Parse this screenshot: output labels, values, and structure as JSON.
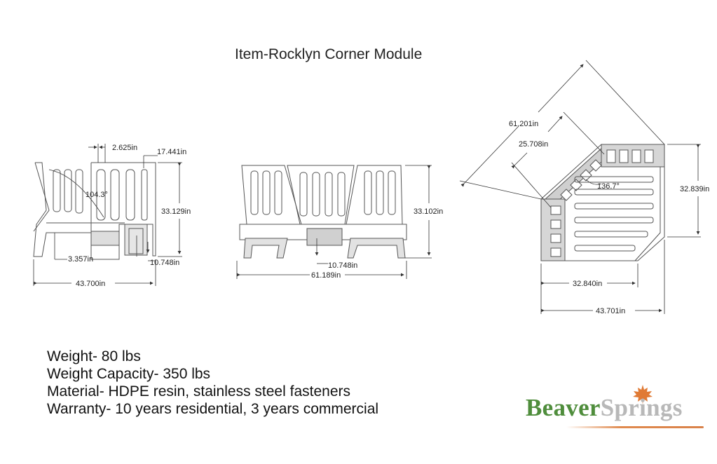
{
  "title": "Item-Rocklyn Corner Module",
  "views": {
    "left": {
      "dim_top": "2.625in",
      "dim_right_top": "17.441in",
      "angle": "104.3°",
      "height": "33.129in",
      "seat_depth": "3.357in",
      "seat_height": "10.748in",
      "width": "43.700in"
    },
    "front": {
      "height": "33.102in",
      "seat_height": "10.748in",
      "width": "61.189in"
    },
    "top": {
      "diagonal": "61.201in",
      "inner_diagonal": "25.708in",
      "angle": "136.7°",
      "height": "32.839in",
      "inner_width": "32.840in",
      "width": "43.701in"
    }
  },
  "specs": [
    "Weight-  80 lbs",
    "Weight Capacity- 350 lbs",
    "Material- HDPE resin, stainless steel fasteners",
    "Warranty- 10 years residential, 3 years commercial"
  ],
  "logo": {
    "word1": "Beaver",
    "word2": "Springs"
  },
  "colors": {
    "line": "#4a4a4a",
    "fill_dark": "#c8c8c8",
    "brand_green": "#4f8d3c",
    "brand_gray": "#b8b8b8",
    "brand_orange": "#e08a4e"
  }
}
